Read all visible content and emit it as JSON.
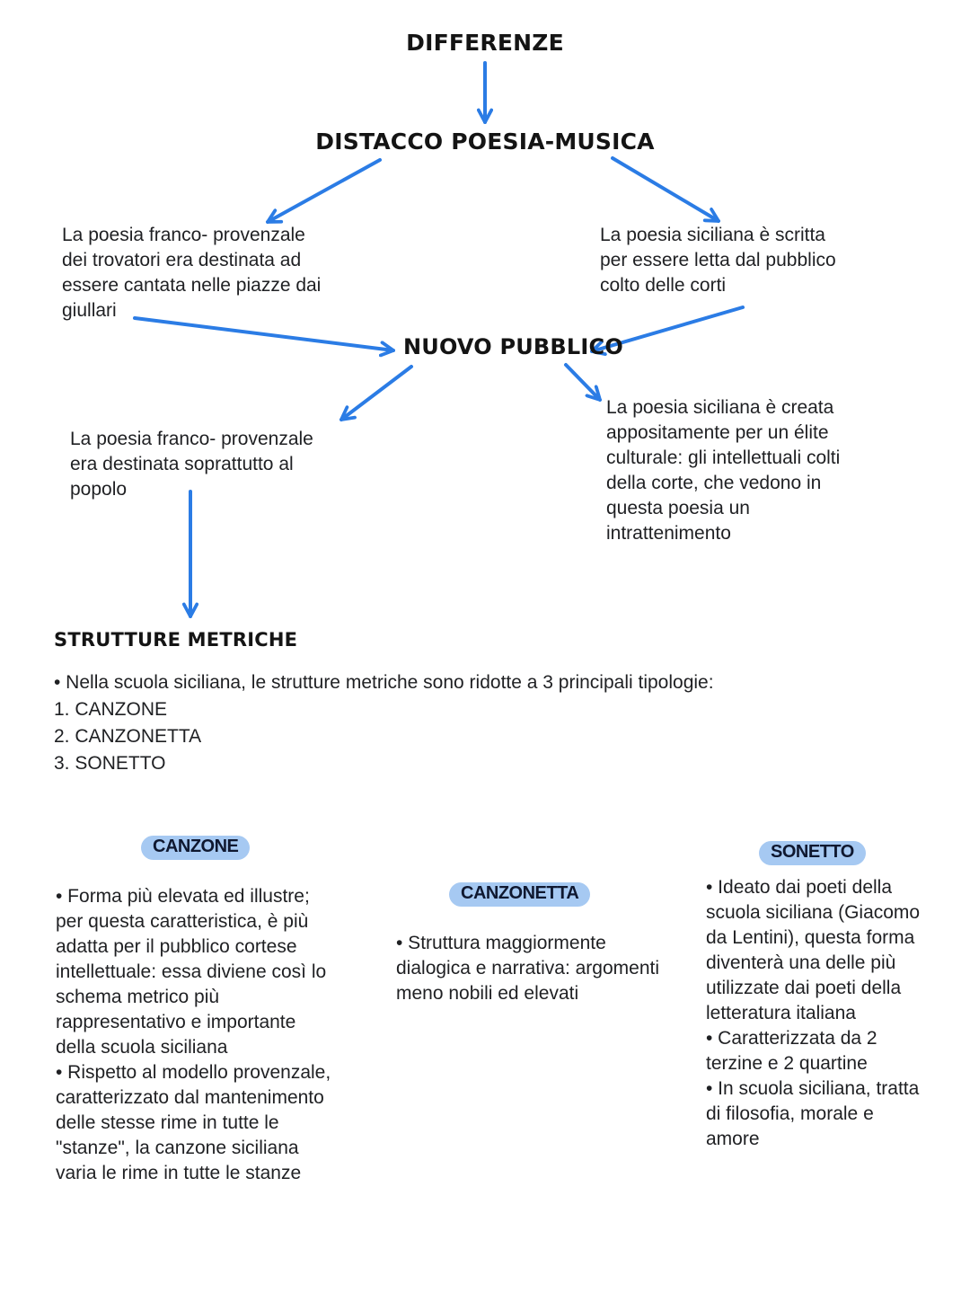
{
  "palette": {
    "background": "#ffffff",
    "arrow_blue": "#2b7ce5",
    "highlight_blue": "#a6c9f2",
    "heading_black": "#141414",
    "body_text": "#1f2023",
    "pill_text": "#0f1830"
  },
  "diagram": {
    "nodes": {
      "differenze": "DIFFERENZE",
      "distacco": "DISTACCO POESIA-MUSICA",
      "franco_piazze": "La poesia franco- provenzale dei trovatori era destinata ad essere cantata nelle piazze dai giullari",
      "siciliana_letta": "La poesia siciliana è scritta per essere letta dal pubblico colto delle corti",
      "nuovo_pubblico": "NUOVO PUBBLICO",
      "franco_popolo": "La poesia franco- provenzale era destinata soprattutto al popolo",
      "siciliana_elite": "La poesia siciliana è creata appositamente per un élite culturale: gli intellettuali colti della corte, che vedono in questa poesia un intrattenimento"
    },
    "edges": [
      {
        "id": "differenze-distacco",
        "from": "DIFFERENZE",
        "to": "DISTACCO POESIA-MUSICA"
      },
      {
        "id": "distacco-franco-piazze",
        "from": "DISTACCO POESIA-MUSICA",
        "to": "La poesia franco- provenzale dei trovatori"
      },
      {
        "id": "distacco-siciliana-letta",
        "from": "DISTACCO POESIA-MUSICA",
        "to": "La poesia siciliana è scritta"
      },
      {
        "id": "franco-piazze-nuovo",
        "from": "giullari",
        "to": "NUOVO PUBBLICO"
      },
      {
        "id": "siciliana-letta-nuovo",
        "from": "colto delle corti",
        "to": "NUOVO PUBBLICO"
      },
      {
        "id": "nuovo-franco-popolo",
        "from": "NUOVO PUBBLICO",
        "to": "La poesia franco- provenzale era destinata al popolo"
      },
      {
        "id": "nuovo-siciliana-elite",
        "from": "NUOVO PUBBLICO",
        "to": "La poesia siciliana è creata appositamente"
      },
      {
        "id": "franco-popolo-strutture",
        "from": "popolo",
        "to": "STRUTTURE METRICHE"
      }
    ]
  },
  "strutture": {
    "heading": "STRUTTURE METRICHE",
    "intro": "• Nella scuola siciliana, le strutture metriche sono ridotte a 3 principali tipologie:",
    "items": [
      "1. CANZONE",
      "2. CANZONETTA",
      "3. SONETTO"
    ]
  },
  "sections": [
    {
      "label": "CANZONE",
      "bullets": [
        "Forma più elevata ed illustre; per questa caratteristica, è più adatta per il pubblico cortese intellettuale: essa diviene così lo schema metrico più rappresentativo e importante della scuola siciliana",
        "Rispetto al modello provenzale, caratterizzato dal mantenimento delle stesse rime in tutte le \"stanze\", la canzone siciliana varia le rime in tutte le stanze"
      ]
    },
    {
      "label": "CANZONETTA",
      "bullets": [
        "Struttura maggiormente dialogica e narrativa: argomenti meno nobili ed elevati"
      ]
    },
    {
      "label": "SONETTO",
      "bullets": [
        "Ideato dai poeti della scuola siciliana (Giacomo da Lentini), questa forma diventerà una delle più utilizzate dai poeti della letteratura italiana",
        "Caratterizzata da 2 terzine e 2 quartine",
        "In scuola siciliana, tratta di filosofia, morale e amore"
      ]
    }
  ]
}
